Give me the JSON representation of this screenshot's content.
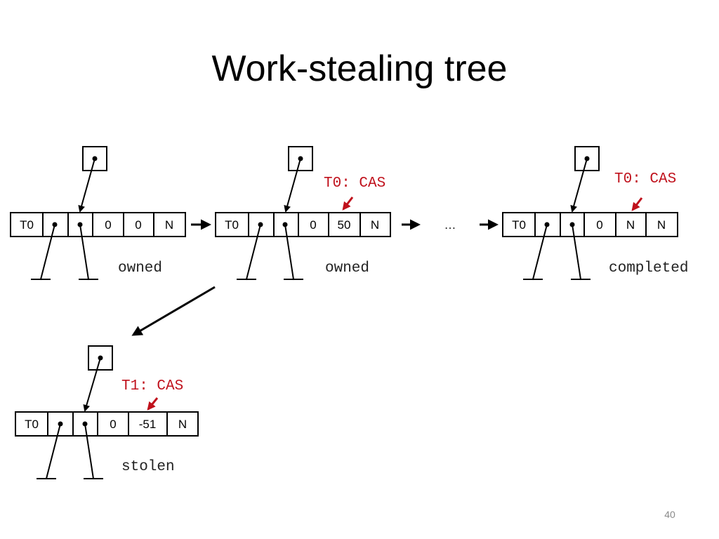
{
  "slide": {
    "title": "Work-stealing tree",
    "page_number": "40",
    "ellipsis": "…"
  },
  "colors": {
    "cas": "#c0111c",
    "ink": "#000000",
    "page_number": "#8a8a8a"
  },
  "nodes": [
    {
      "cells": [
        "T0",
        "",
        "",
        "0",
        "0",
        "N"
      ],
      "state": "owned",
      "cas_label": ""
    },
    {
      "cells": [
        "T0",
        "",
        "",
        "0",
        "50",
        "N"
      ],
      "state": "owned",
      "cas_label": "T0: CAS"
    },
    {
      "cells": [
        "T0",
        "",
        "",
        "0",
        "N",
        "N"
      ],
      "state": "completed",
      "cas_label": "T0: CAS"
    },
    {
      "cells": [
        "T0",
        "",
        "",
        "0",
        "-51",
        "N"
      ],
      "state": "stolen",
      "cas_label": "T1: CAS"
    }
  ]
}
